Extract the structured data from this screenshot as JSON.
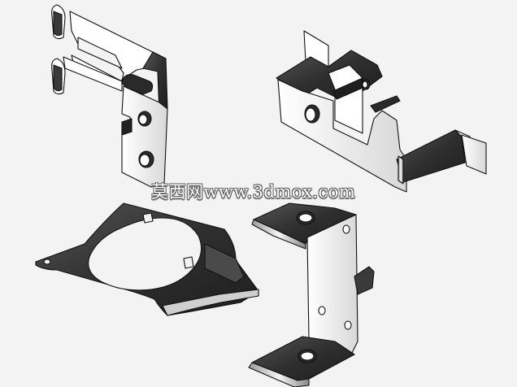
{
  "watermark": {
    "text": "莫西网www.3dmox.com"
  },
  "parts": [
    {
      "id": "bracket-top-left",
      "icon": "sheet-metal-clip-bracket-icon"
    },
    {
      "id": "bracket-top-right",
      "icon": "sheet-metal-z-bracket-icon"
    },
    {
      "id": "plate-bottom-left",
      "icon": "sheet-metal-round-cutout-plate-icon"
    },
    {
      "id": "bracket-bottom-right",
      "icon": "sheet-metal-c-bracket-icon"
    }
  ],
  "colors": {
    "background": "#f3f3f3",
    "metal_light": "#ffffff",
    "metal_shade": "#d6d6d6",
    "metal_dark": "#3a3a3a",
    "outline": "#111111"
  }
}
